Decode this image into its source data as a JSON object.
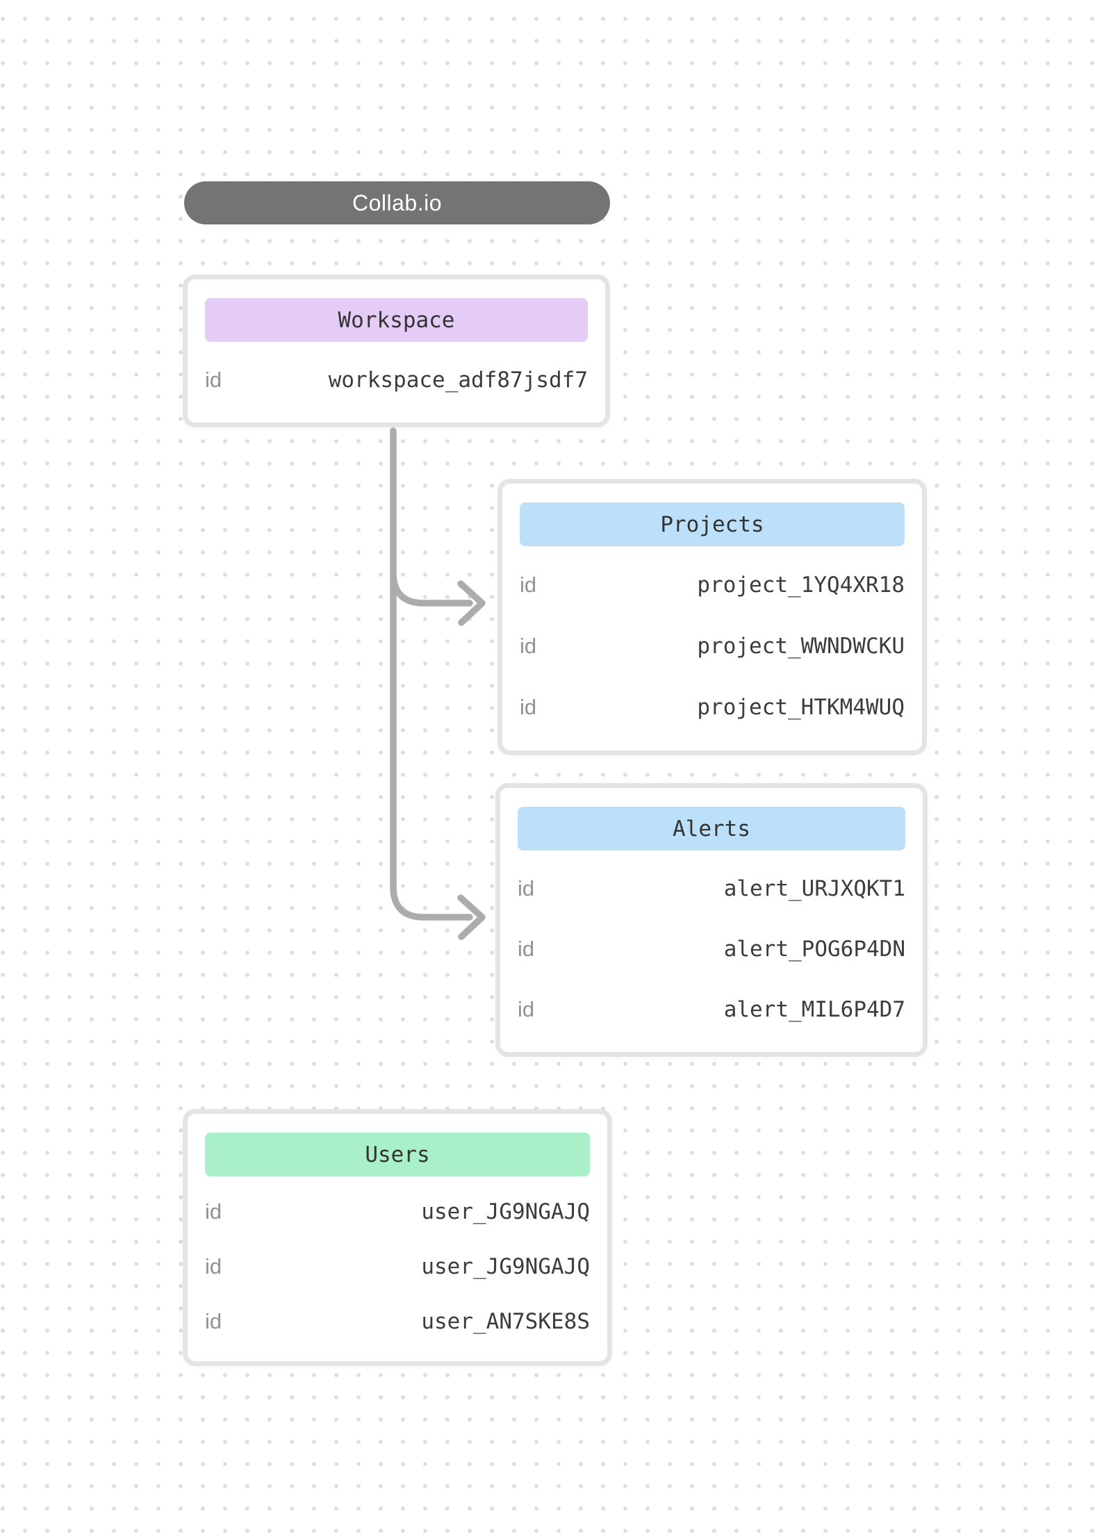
{
  "diagram": {
    "title_pill": {
      "label": "Collab.io",
      "bg": "#747474",
      "text_color": "#ffffff"
    },
    "cards": {
      "workspace": {
        "title": "Workspace",
        "header_bg": "#e4ccf6",
        "rows": [
          {
            "label": "id",
            "value": "workspace_adf87jsdf7"
          }
        ]
      },
      "projects": {
        "title": "Projects",
        "header_bg": "#bce0fa",
        "rows": [
          {
            "label": "id",
            "value": "project_1YQ4XR18"
          },
          {
            "label": "id",
            "value": "project_WWNDWCKU"
          },
          {
            "label": "id",
            "value": "project_HTKM4WUQ"
          }
        ]
      },
      "alerts": {
        "title": "Alerts",
        "header_bg": "#bce0fa",
        "rows": [
          {
            "label": "id",
            "value": "alert_URJXQKT1"
          },
          {
            "label": "id",
            "value": "alert_POG6P4DN"
          },
          {
            "label": "id",
            "value": "alert_MIL6P4D7"
          }
        ]
      },
      "users": {
        "title": "Users",
        "header_bg": "#a9efc7",
        "rows": [
          {
            "label": "id",
            "value": "user_JG9NGAJQ"
          },
          {
            "label": "id",
            "value": "user_JG9NGAJQ"
          },
          {
            "label": "id",
            "value": "user_AN7SKE8S"
          }
        ]
      }
    },
    "connections": [
      {
        "from": "workspace",
        "to": "projects"
      },
      {
        "from": "workspace",
        "to": "alerts"
      }
    ],
    "colors": {
      "connector": "#acacac",
      "card_border": "#e4e4e4",
      "background": "#ffffff",
      "dot_grid": "#dedede",
      "label_text": "#919191",
      "value_text": "#3c3c3c",
      "header_text": "#333333"
    }
  }
}
